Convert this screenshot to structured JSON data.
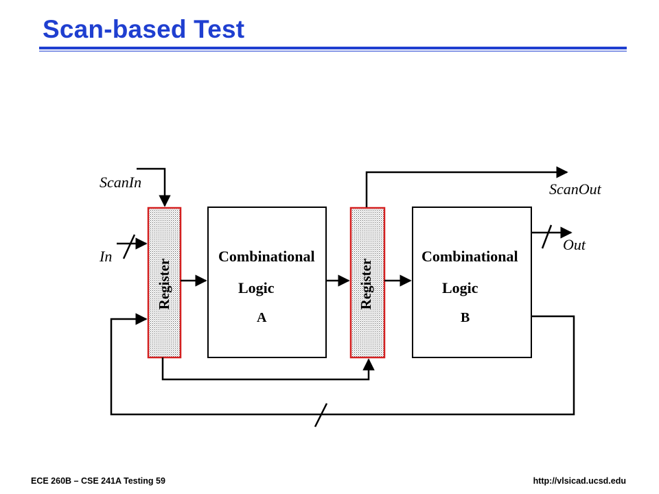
{
  "slide": {
    "title": "Scan-based Test",
    "accent_color": "#1f3fd0"
  },
  "diagram": {
    "labels": {
      "scan_in": "ScanIn",
      "scan_out": "ScanOut",
      "in": "In",
      "out": "Out"
    },
    "register_left": {
      "label": "Register"
    },
    "register_right": {
      "label": "Register"
    },
    "logic_a": {
      "line1": "Combinational",
      "line2": "Logic",
      "line3": "A"
    },
    "logic_b": {
      "line1": "Combinational",
      "line2": "Logic",
      "line3": "B"
    },
    "register_border_color": "#d42020"
  },
  "footer": {
    "left": "ECE 260B – CSE 241A  Testing 59",
    "right": "http://vlsicad.ucsd.edu"
  }
}
